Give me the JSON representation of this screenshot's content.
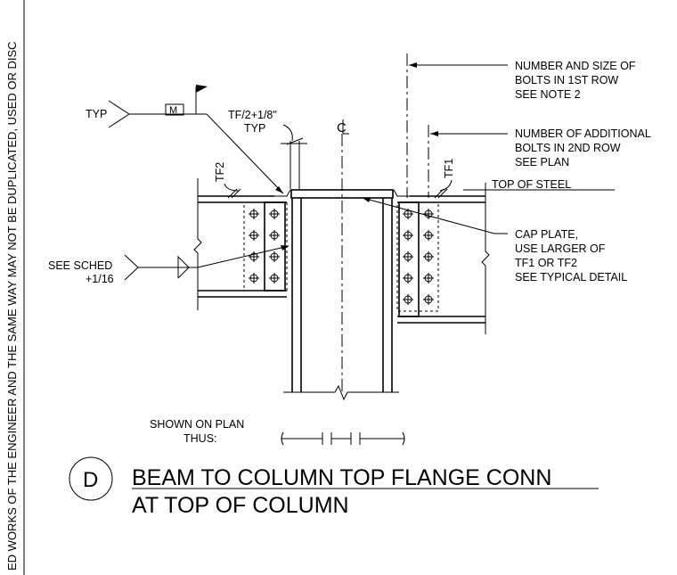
{
  "side_text": "ED WORKS OF THE ENGINEER AND THE SAME WAY MAY NOT BE DUPLICATED, USED OR DISC",
  "weld_symbol": {
    "typ": "TYP",
    "m_box": "M",
    "tf_note_line1": "TF/2+1/8\"",
    "tf_note_line2": "TYP"
  },
  "centerline": "CL",
  "tf_labels": {
    "left": "TF2",
    "right": "TF1"
  },
  "callouts": {
    "bolts_1st_row": [
      "NUMBER AND SIZE OF",
      "BOLTS IN 1ST ROW",
      "SEE NOTE 2"
    ],
    "bolts_2nd_row": [
      "NUMBER OF ADDITIONAL",
      "BOLTS IN 2ND ROW",
      "SEE PLAN"
    ],
    "top_of_steel": "TOP OF STEEL",
    "cap_plate": [
      "CAP PLATE,",
      "USE LARGER OF",
      "TF1 OR TF2",
      "SEE TYPICAL DETAIL"
    ],
    "see_sched": [
      "SEE SCHED",
      "+1/16"
    ]
  },
  "plan_note": [
    "SHOWN ON PLAN",
    "THUS:"
  ],
  "detail": {
    "letter": "D",
    "title_line1": "BEAM TO COLUMN TOP FLANGE CONN",
    "title_line2": "AT TOP OF COLUMN"
  }
}
